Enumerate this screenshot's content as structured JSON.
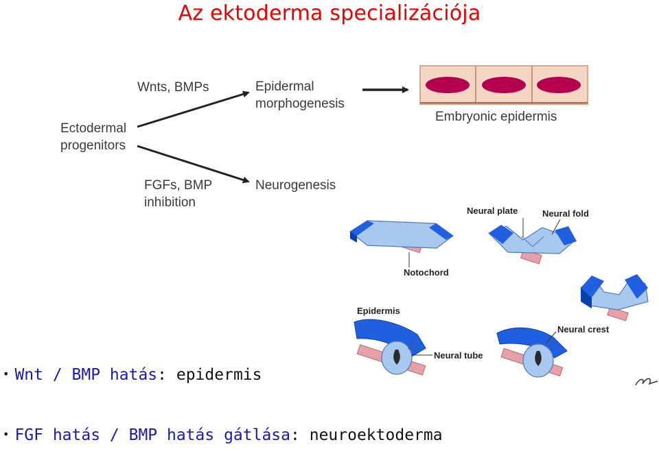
{
  "title": "Az ektoderma specializációja",
  "pathway": {
    "source": "Ectodermal progenitors",
    "source_line1": "Ectodermal",
    "source_line2": "progenitors",
    "upper_signal": "Wnts, BMPs",
    "upper_outcome_line1": "Epidermal",
    "upper_outcome_line2": "morphogenesis",
    "lower_signal_line1": "FGFs, BMP",
    "lower_signal_line2": "inhibition",
    "lower_outcome": "Neurogenesis",
    "epidermis_caption": "Embryonic epidermis"
  },
  "neurulation": {
    "notochord": "Notochord",
    "neural_plate": "Neural plate",
    "neural_fold": "Neural fold",
    "epidermis": "Epidermis",
    "neural_crest": "Neural crest",
    "neural_tube": "Neural tube"
  },
  "bullets": [
    {
      "prefix": "Wnt / BMP hatás",
      "colon": ":",
      "suffix": " epidermis"
    },
    {
      "prefix": "FGF hatás / BMP hatás gátlása",
      "colon": ":",
      "suffix": " neuroektoderma"
    }
  ],
  "colors": {
    "title": "#ee0000",
    "cell_body": "#f3d5c4",
    "nucleus": "#b4004e",
    "ectoderm_blue": "#1f5fe0",
    "neural_light_blue": "#a9c8ef",
    "notochord_pink": "#e8a0a8"
  }
}
